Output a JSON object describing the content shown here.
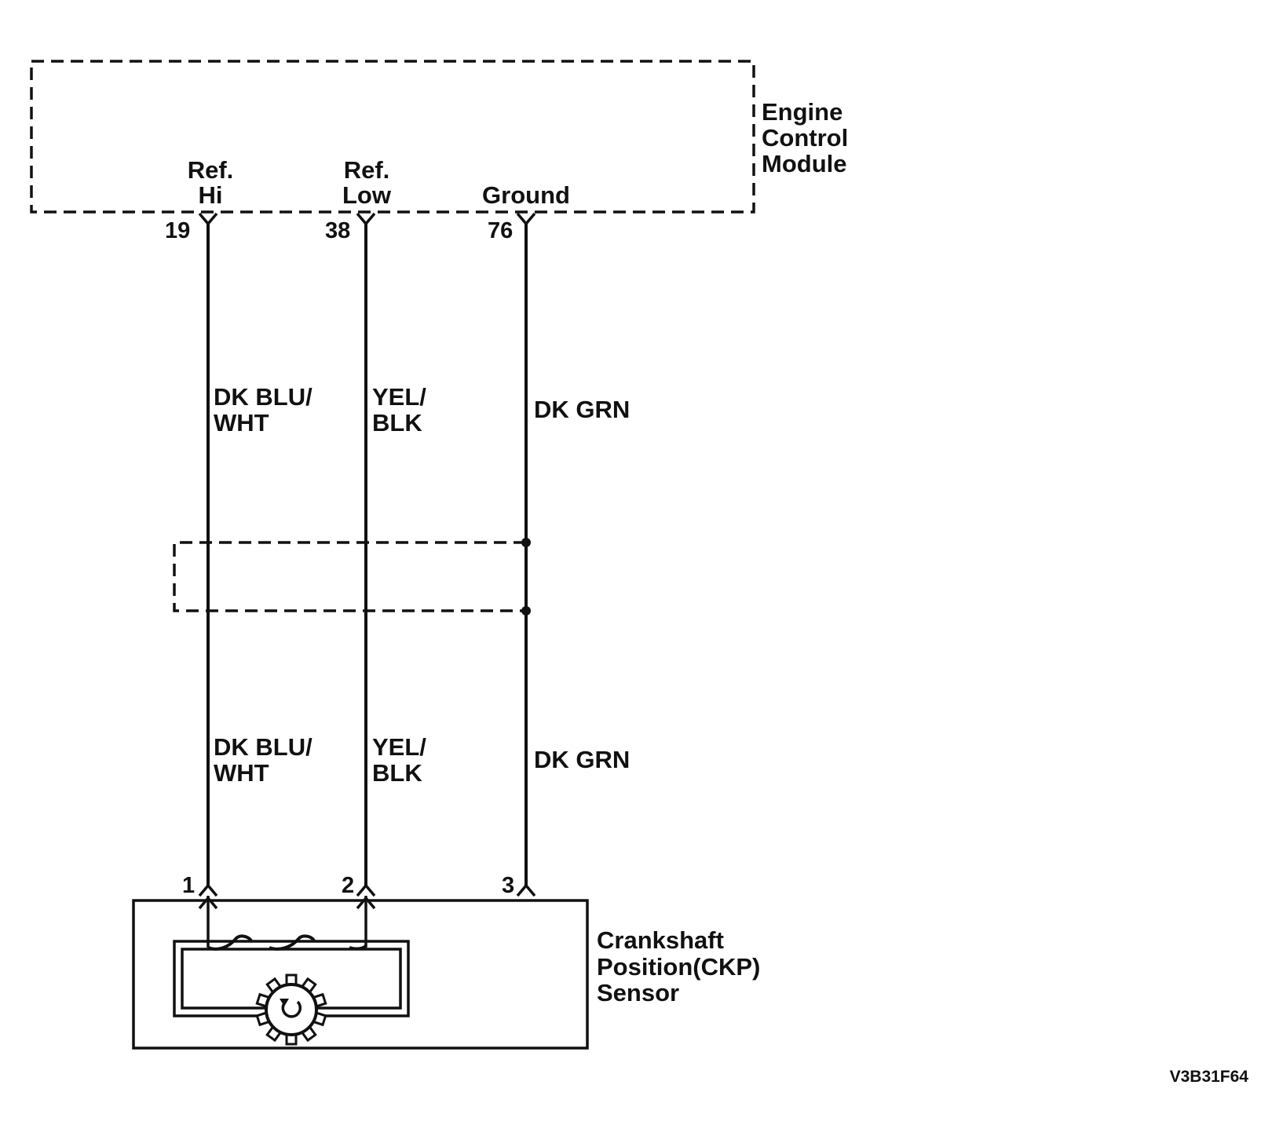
{
  "ecm": {
    "name_lines": [
      "Engine",
      "Control",
      "Module"
    ],
    "terminals": [
      {
        "label_lines": [
          "Ref.",
          "Hi"
        ],
        "pin": "19"
      },
      {
        "label_lines": [
          "Ref.",
          "Low"
        ],
        "pin": "38"
      },
      {
        "label_lines": [
          "Ground"
        ],
        "pin": "76"
      }
    ]
  },
  "wires": [
    {
      "upper_color_lines": [
        "DK BLU/",
        "WHT"
      ],
      "lower_color_lines": [
        "DK BLU/",
        "WHT"
      ]
    },
    {
      "upper_color_lines": [
        "YEL/",
        "BLK"
      ],
      "lower_color_lines": [
        "YEL/",
        "BLK"
      ]
    },
    {
      "upper_color_lines": [
        "DK GRN"
      ],
      "lower_color_lines": [
        "DK GRN"
      ]
    }
  ],
  "sensor": {
    "name_lines": [
      "Crankshaft",
      "Position(CKP)",
      "Sensor"
    ],
    "pins": [
      "1",
      "2",
      "3"
    ]
  },
  "figure_code": "V3B31F64"
}
